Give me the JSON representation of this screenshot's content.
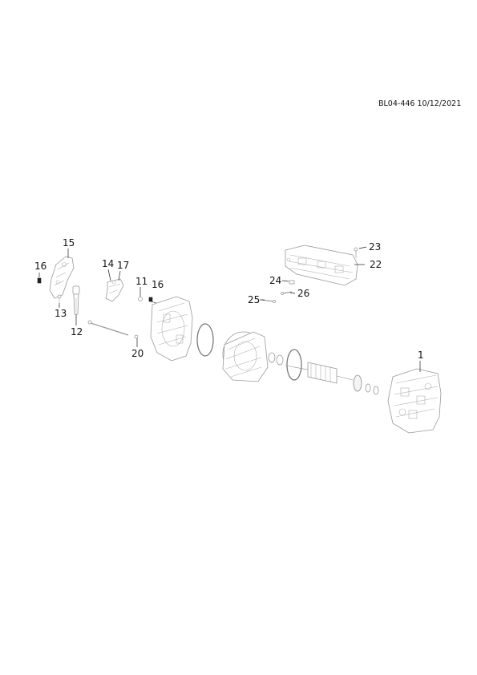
{
  "document": {
    "code": "BL04-446 10/12/2021"
  },
  "callouts": [
    {
      "id": "1",
      "text": "1"
    },
    {
      "id": "11",
      "text": "11"
    },
    {
      "id": "12",
      "text": "12"
    },
    {
      "id": "13",
      "text": "13"
    },
    {
      "id": "14",
      "text": "14"
    },
    {
      "id": "15",
      "text": "15"
    },
    {
      "id": "16a",
      "text": "16"
    },
    {
      "id": "16b",
      "text": "16"
    },
    {
      "id": "17",
      "text": "17"
    },
    {
      "id": "20",
      "text": "20"
    },
    {
      "id": "22",
      "text": "22"
    },
    {
      "id": "23",
      "text": "23"
    },
    {
      "id": "24",
      "text": "24"
    },
    {
      "id": "25",
      "text": "25"
    },
    {
      "id": "26",
      "text": "26"
    }
  ]
}
